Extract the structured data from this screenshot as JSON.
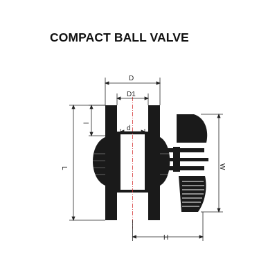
{
  "title": "COMPACT BALL VALVE",
  "dimensions": {
    "D": "D",
    "D1": "D1",
    "d": "d",
    "l": "l",
    "L": "L",
    "W": "W",
    "H": "H"
  },
  "colors": {
    "body": "#1a1a1a",
    "line": "#222222",
    "axis": "#d43030",
    "background": "#ffffff"
  }
}
